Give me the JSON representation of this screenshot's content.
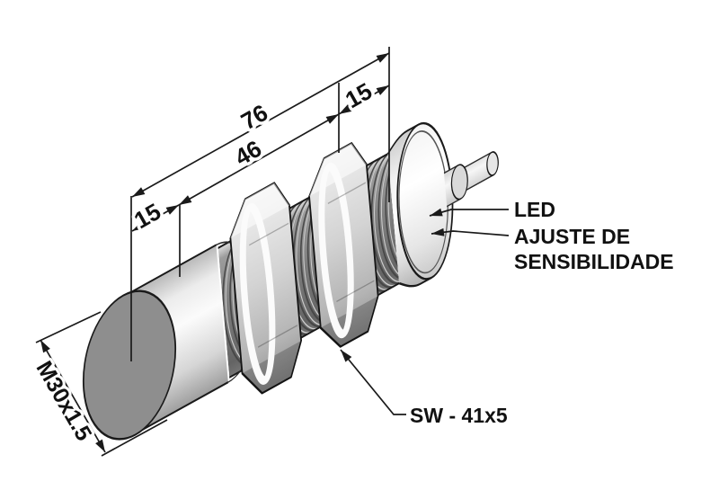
{
  "figure": {
    "background_color": "#ffffff",
    "ink_color": "#1a1a1a",
    "body_colors": {
      "sensing_face": "#8e8e8e",
      "thread": "#7c7c7c",
      "metal_light": "#f2f2f2"
    }
  },
  "dimensions": {
    "overall_length": "76",
    "thread_length": "46",
    "front_length": "15",
    "rear_length": "15",
    "thread_spec": "M30x1.5",
    "wrench_spec": "SW - 41x5"
  },
  "callouts": {
    "led": "LED",
    "sensitivity_line1": "AJUSTE DE",
    "sensitivity_line2": "SENSIBILIDADE"
  }
}
